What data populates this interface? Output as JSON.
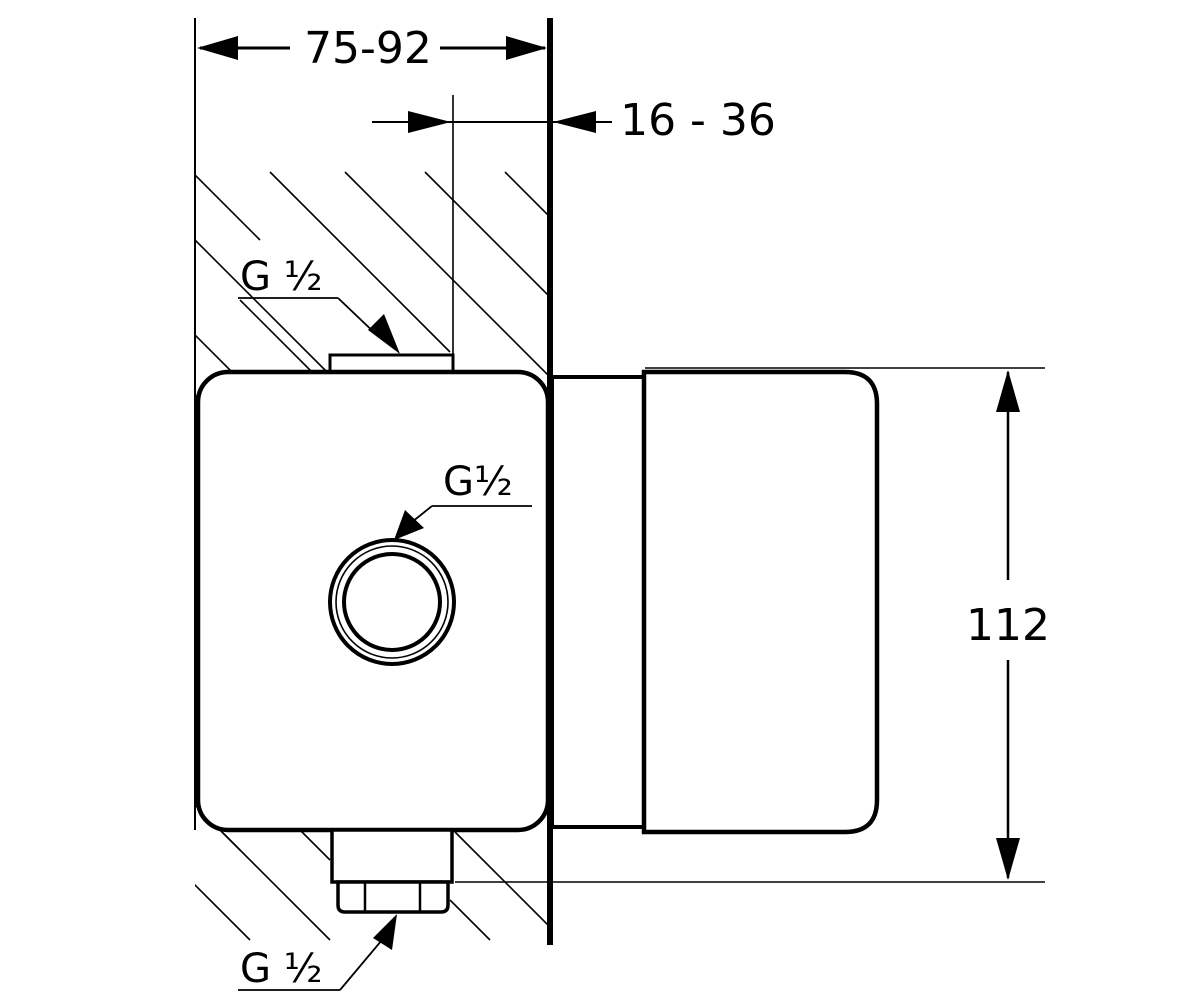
{
  "dimensions": {
    "total_depth": "75-92",
    "wall_offset": "16 - 36",
    "height": "112"
  },
  "connections": {
    "top": "G ½",
    "front": "G½",
    "bottom": "G ½"
  },
  "colors": {
    "line": "#000000",
    "background": "#ffffff"
  }
}
